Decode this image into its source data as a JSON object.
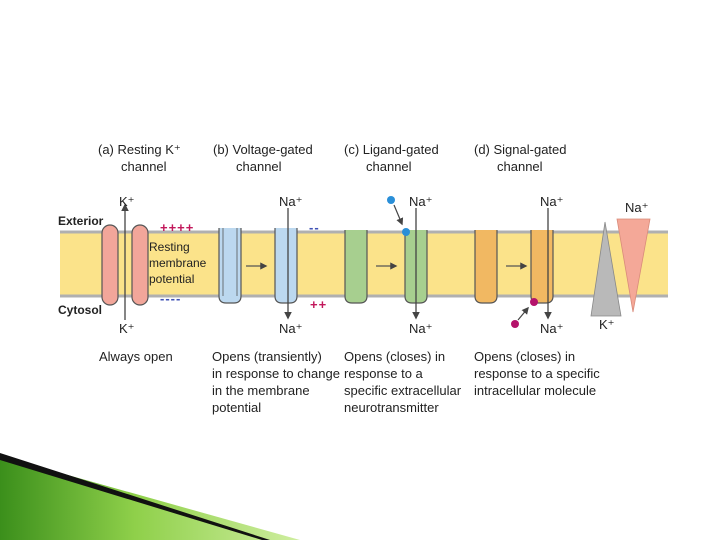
{
  "diagram": {
    "side_labels": {
      "exterior": "Exterior",
      "cytosol": "Cytosol"
    },
    "membrane_label": [
      "Resting",
      "membrane",
      "potential"
    ],
    "charges": {
      "positive": "++++",
      "negative": "----",
      "small_negative": "--",
      "small_positive": "++"
    },
    "panels": [
      {
        "heading": [
          "(a)  Resting K⁺",
          "channel"
        ],
        "ion_top": "K⁺",
        "ion_bottom": "K⁺",
        "caption": [
          "Always open"
        ],
        "color": "#f2a69a"
      },
      {
        "heading": [
          "(b)  Voltage-gated",
          "channel"
        ],
        "ion_top": "Na⁺",
        "ion_bottom": "Na⁺",
        "caption": [
          "Opens (transiently)",
          "in response to change",
          "in the membrane",
          "potential"
        ],
        "color": "#bcd8ef"
      },
      {
        "heading": [
          "(c)  Ligand-gated",
          "channel"
        ],
        "ion_top": "Na⁺",
        "ion_bottom": "Na⁺",
        "caption": [
          "Opens (closes) in",
          "response to a",
          "specific extracellular",
          "neurotransmitter"
        ],
        "color": "#a7cf8f"
      },
      {
        "heading": [
          "(d)  Signal-gated",
          "channel"
        ],
        "ion_top": "Na⁺",
        "ion_bottom": "Na⁺",
        "caption": [
          "Opens (closes) in",
          "response to a specific",
          "intracellular molecule"
        ],
        "color": "#f1b862"
      }
    ],
    "gradient": {
      "top_label": "Na⁺",
      "bottom_label": "K⁺",
      "na_color": "#f4a898",
      "k_color": "#b9b9b9"
    },
    "colors": {
      "membrane": "#fbe38a",
      "membrane_edge": "#b0b0b0",
      "ligand": "#2a8fd8",
      "signal": "#b5126b"
    }
  }
}
